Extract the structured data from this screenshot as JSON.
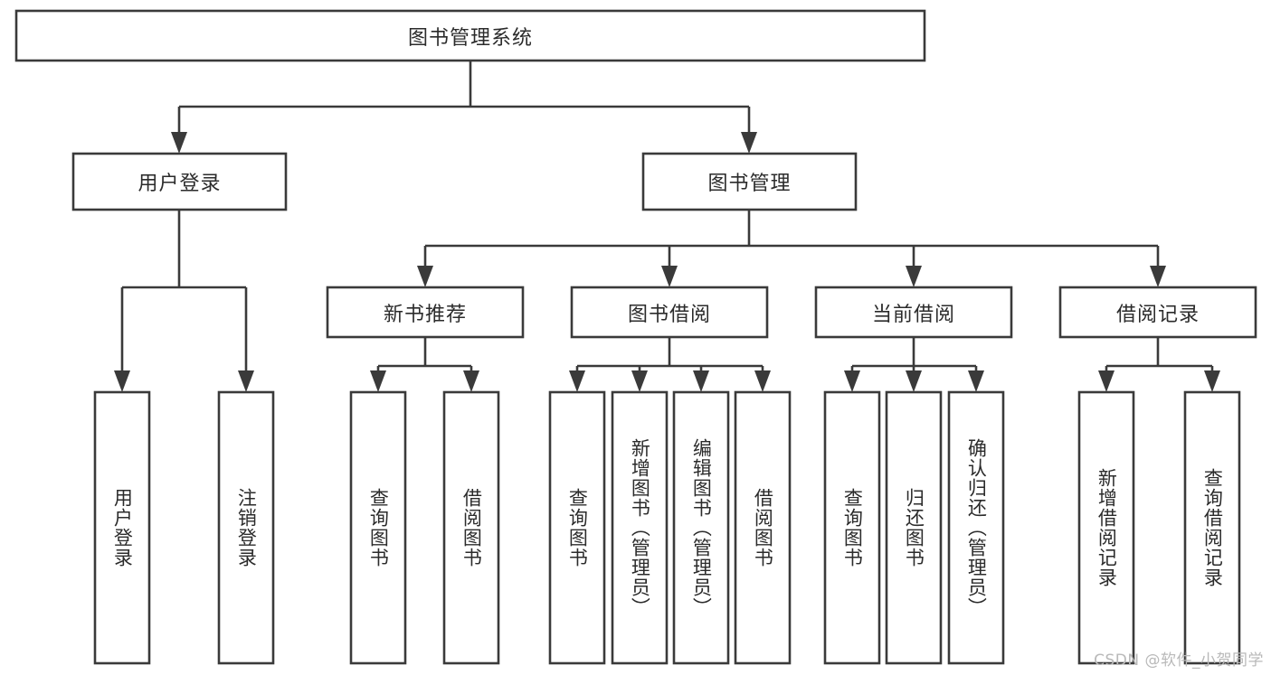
{
  "diagram": {
    "title": "图书管理系统",
    "watermark": "CSDN @软件_小贺同学",
    "colors": {
      "stroke": "#3a3a3a",
      "box_fill": "#ffffff",
      "text": "#2b2b2b",
      "background": "#ffffff",
      "watermark": "#b9b9b9"
    },
    "root": {
      "label": "图书管理系统"
    },
    "level2": [
      {
        "label": "用户登录"
      },
      {
        "label": "图书管理"
      }
    ],
    "level3": [
      {
        "label": "新书推荐"
      },
      {
        "label": "图书借阅"
      },
      {
        "label": "当前借阅"
      },
      {
        "label": "借阅记录"
      }
    ],
    "leaves": {
      "user_login": [
        {
          "label": "用户登录"
        },
        {
          "label": "注销登录"
        }
      ],
      "new_book": [
        {
          "label": "查询图书"
        },
        {
          "label": "借阅图书"
        }
      ],
      "book_borrow": [
        {
          "label": "查询图书"
        },
        {
          "label": "新增图书（管理员）"
        },
        {
          "label": "编辑图书（管理员）"
        },
        {
          "label": "借阅图书"
        }
      ],
      "current_borrow": [
        {
          "label": "查询图书"
        },
        {
          "label": "归还图书"
        },
        {
          "label": "确认归还（管理员）"
        }
      ],
      "borrow_record": [
        {
          "label": "新增借阅记录"
        },
        {
          "label": "查询借阅记录"
        }
      ]
    }
  }
}
